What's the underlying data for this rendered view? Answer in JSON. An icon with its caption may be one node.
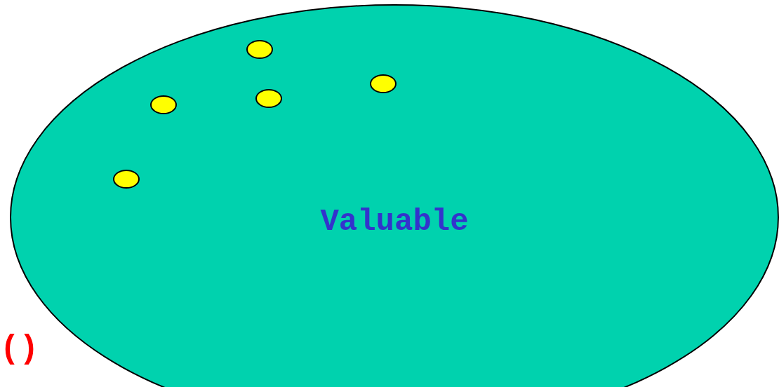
{
  "diagram": {
    "nodes": [
      {
        "text": [
          "Valuable"
        ]
      },
      {
        "text": [],
        "shape": "circle",
        "in": 0
      },
      {
        "text": [],
        "shape": "circle",
        "in": 0
      },
      {
        "text": [],
        "shape": "circle",
        "in": 0
      },
      {
        "text": [],
        "shape": "circle",
        "in": 0
      },
      {
        "text": [],
        "shape": "circle",
        "in": 0
      }
    ],
    "labels": [
      "()"
    ]
  }
}
